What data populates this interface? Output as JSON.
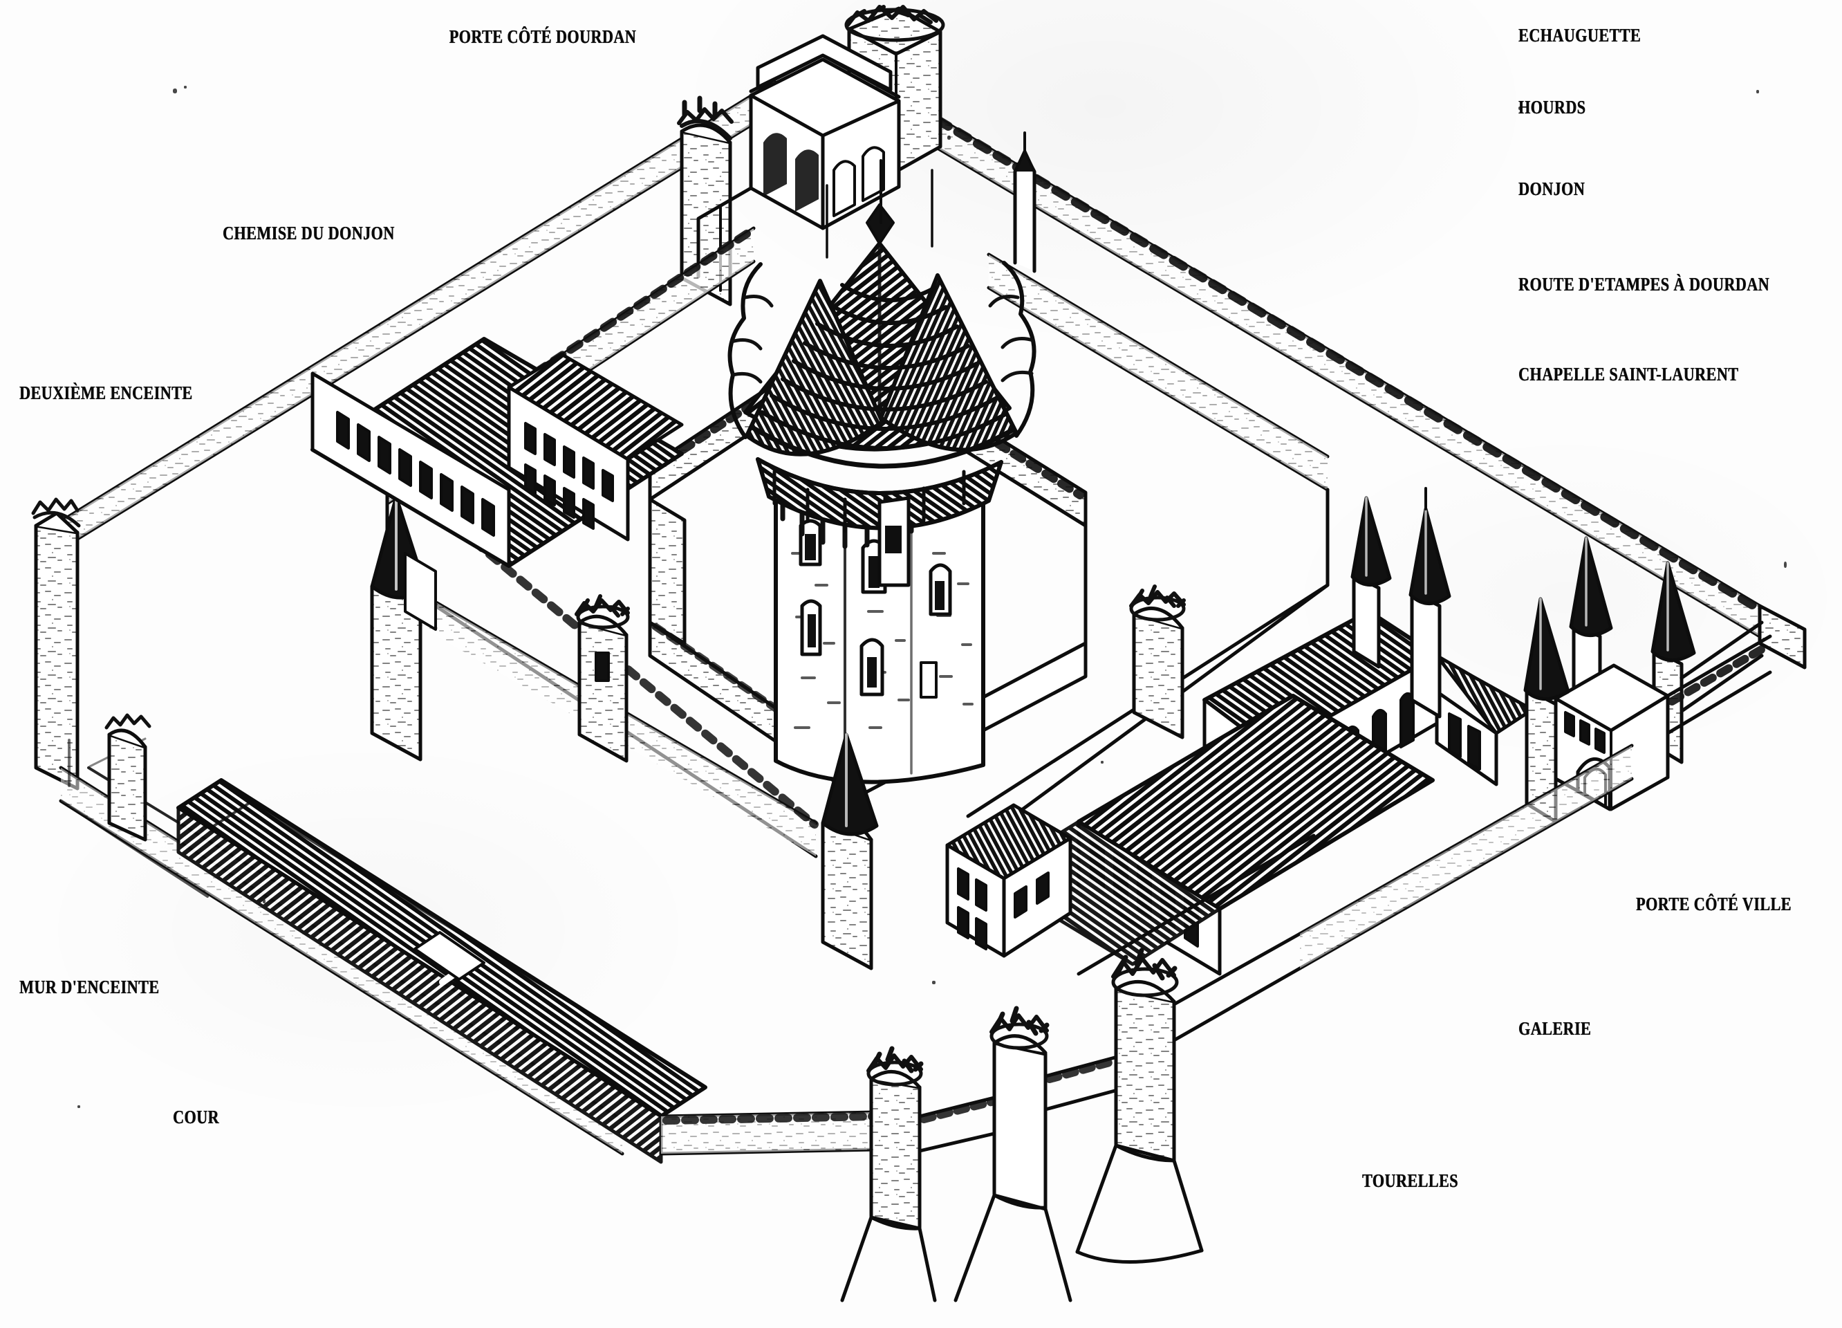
{
  "document": {
    "type": "axonometric-reconstruction-drawing",
    "subject": "Medieval castle with double enclosure, donjon and chapel",
    "medium": "black-and-white line engraving / photocopy"
  },
  "labels": {
    "porte_cote_dourdan": "PORTE CÔTÉ DOURDAN",
    "chemise_du_donjon": "CHEMISE DU DONJON",
    "deuxieme_enceinte": "DEUXIÈME ENCEINTE",
    "mur_d_enceinte": "MUR D'ENCEINTE",
    "cour": "COUR",
    "echauguette": "ECHAUGUETTE",
    "hourds": "HOURDS",
    "donjon": "DONJON",
    "route_etampes_dourdan": "ROUTE D'ETAMPES À DOURDAN",
    "chapelle_saint_laurent": "CHAPELLE SAINT-LAURENT",
    "porte_cote_ville": "PORTE CÔTÉ VILLE",
    "galerie": "GALERIE",
    "tourelles": "TOURELLES"
  },
  "label_list": [
    {
      "id": "porte-cote-dourdan",
      "text": "PORTE CÔTÉ DOURDAN",
      "side": "top"
    },
    {
      "id": "chemise-du-donjon",
      "text": "CHEMISE DU DONJON",
      "side": "left"
    },
    {
      "id": "deuxieme-enceinte",
      "text": "DEUXIÈME ENCEINTE",
      "side": "left"
    },
    {
      "id": "mur-d-enceinte",
      "text": "MUR D'ENCEINTE",
      "side": "left"
    },
    {
      "id": "cour",
      "text": "COUR",
      "side": "left"
    },
    {
      "id": "echauguette",
      "text": "ECHAUGUETTE",
      "side": "right"
    },
    {
      "id": "hourds",
      "text": "HOURDS",
      "side": "right"
    },
    {
      "id": "donjon",
      "text": "DONJON",
      "side": "right"
    },
    {
      "id": "route-etampes-dourdan",
      "text": "ROUTE D'ETAMPES À DOURDAN",
      "side": "right"
    },
    {
      "id": "chapelle-saint-laurent",
      "text": "CHAPELLE SAINT-LAURENT",
      "side": "right"
    },
    {
      "id": "porte-cote-ville",
      "text": "PORTE CÔTÉ VILLE",
      "side": "right"
    },
    {
      "id": "galerie",
      "text": "GALERIE",
      "side": "right"
    },
    {
      "id": "tourelles",
      "text": "TOURELLES",
      "side": "right"
    }
  ],
  "colors": {
    "ink": "#0a0a0a",
    "paper": "#fdfdfd",
    "roof_hatch": "#111111",
    "wall_stroke": "#0d0d0d"
  },
  "chart_data": {
    "type": "diagram",
    "title": "Axonometric reconstruction of the castle",
    "annotations": [
      "PORTE CÔTÉ DOURDAN",
      "CHEMISE DU DONJON",
      "DEUXIÈME ENCEINTE",
      "MUR D'ENCEINTE",
      "COUR",
      "ECHAUGUETTE",
      "HOURDS",
      "DONJON",
      "ROUTE D'ETAMPES À DOURDAN",
      "CHAPELLE SAINT-LAURENT",
      "PORTE CÔTÉ VILLE",
      "GALERIE",
      "TOURELLES"
    ]
  }
}
